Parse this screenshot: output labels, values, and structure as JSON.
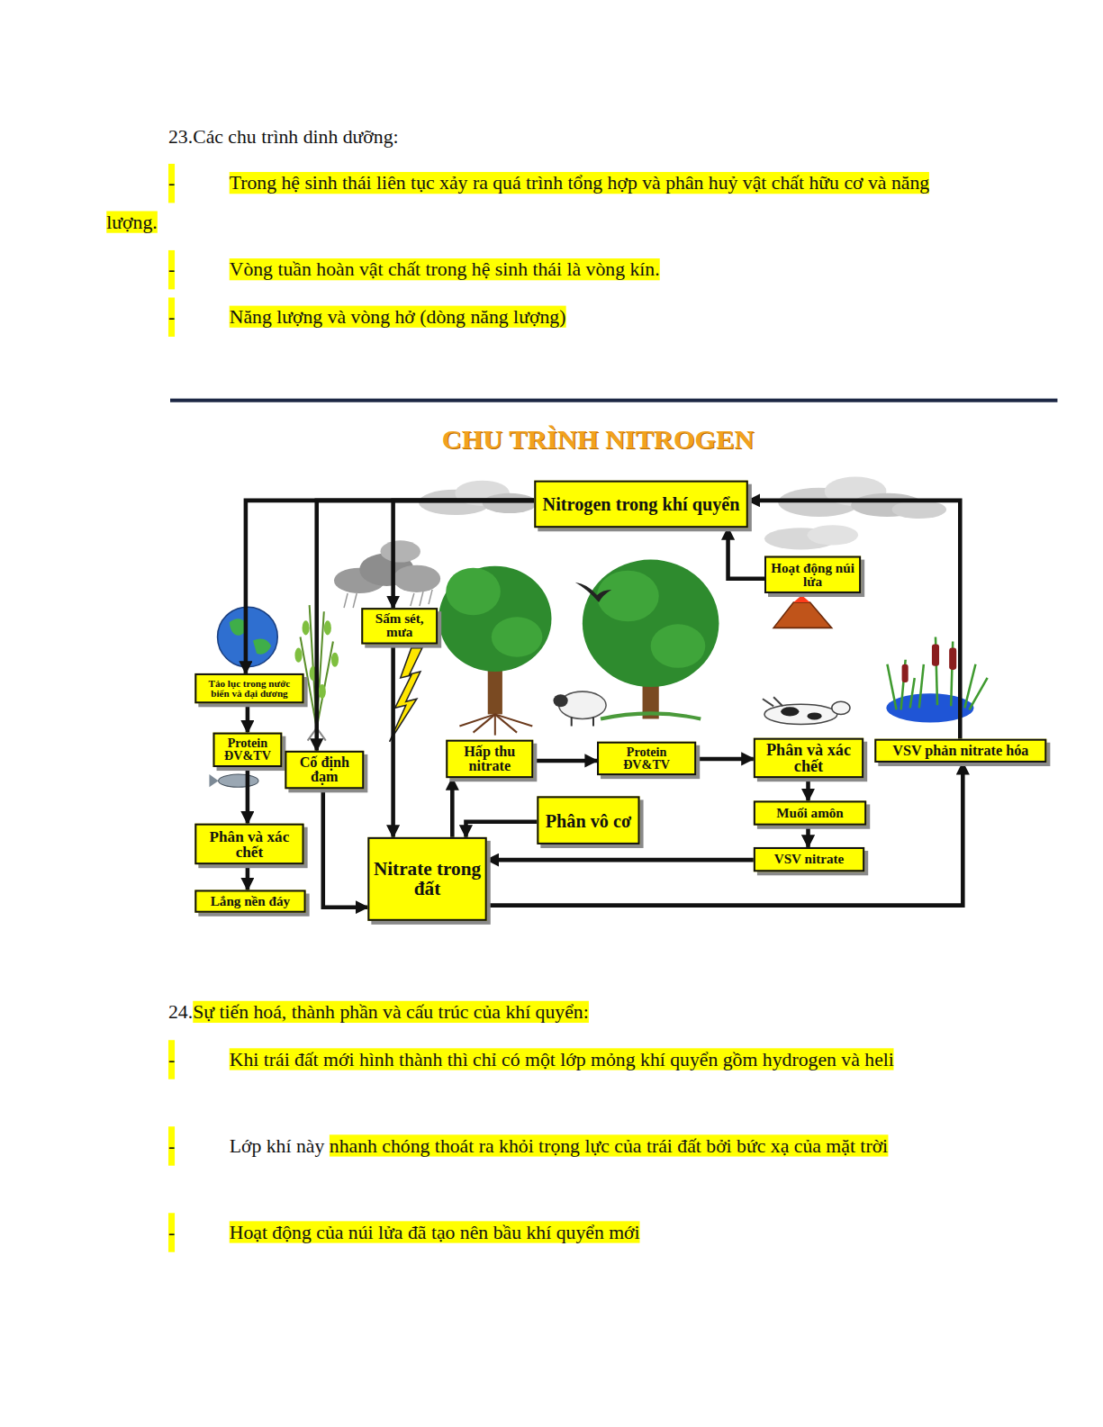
{
  "diagram": {
    "title": "CHU TRÌNH NITROGEN",
    "nodes": [
      {
        "text": [
          "Nitrogen trong khí quyển"
        ]
      },
      {
        "text": [
          "Hoạt động núi lửa"
        ]
      },
      {
        "text": [
          "Sấm sét, mưa"
        ]
      },
      {
        "text": [
          "Tảo lục trong nước biển và đại dương"
        ]
      },
      {
        "text": [
          "Protein ĐV&TV"
        ]
      },
      {
        "text": [
          "Cố định đạm"
        ]
      },
      {
        "text": [
          "Hấp thu nitrate"
        ]
      },
      {
        "text": [
          "Protein ĐV&TV"
        ]
      },
      {
        "text": [
          "Phân và xác chết"
        ]
      },
      {
        "text": [
          "VSV phản nitrate hóa"
        ]
      },
      {
        "text": [
          "Phân và xác chết"
        ]
      },
      {
        "text": [
          "Phân vô cơ"
        ]
      },
      {
        "text": [
          "Muối amôn"
        ]
      },
      {
        "text": [
          "Nitrate trong đất"
        ]
      },
      {
        "text": [
          "VSV nitrate"
        ]
      },
      {
        "text": [
          "Lắng nền đáy"
        ]
      }
    ],
    "edges": [
      {
        "from": 1,
        "to": 0,
        "arrow": "to"
      },
      {
        "from": 9,
        "to": 0,
        "arrow": "to"
      },
      {
        "from": 0,
        "to": 3,
        "arrow": "to"
      },
      {
        "from": 0,
        "to": 5,
        "arrow": "to"
      },
      {
        "from": 0,
        "to": 2,
        "arrow": "to"
      },
      {
        "from": 3,
        "to": 4,
        "arrow": "to"
      },
      {
        "from": 4,
        "to": 10,
        "arrow": "to"
      },
      {
        "from": 10,
        "to": 15,
        "arrow": "to"
      },
      {
        "from": 5,
        "to": 13,
        "arrow": "to"
      },
      {
        "from": 2,
        "to": 13,
        "arrow": "to"
      },
      {
        "from": 13,
        "to": 6,
        "arrow": "to"
      },
      {
        "from": 11,
        "to": 13,
        "arrow": "to"
      },
      {
        "from": 6,
        "to": 7,
        "arrow": "to"
      },
      {
        "from": 7,
        "to": 8,
        "arrow": "to"
      },
      {
        "from": 8,
        "to": 12,
        "arrow": "to"
      },
      {
        "from": 12,
        "to": 14,
        "arrow": "to"
      },
      {
        "from": 14,
        "to": 13,
        "arrow": "to"
      },
      {
        "from": 13,
        "to": 9,
        "arrow": "to"
      }
    ],
    "labels": [
      "23.Các chu trình dinh dưỡng:",
      "-",
      "Trong hệ sinh thái liên tục xảy ra quá trình tổng hợp và phân huỷ vật chất hữu cơ và năng lượng.",
      "-",
      "Vòng tuần hoàn vật chất trong hệ sinh thái là vòng kín.",
      "-",
      "Năng lượng và vòng hở (dòng năng lượng)",
      "24.",
      "Sự tiến hoá, thành phần và cấu trúc của khí quyển:",
      "-",
      "Khi trái đất mới hình thành thì chỉ có một lớp mỏng khí quyển gồm hydrogen và heli",
      "-",
      "Lớp khí này",
      "nhanh chóng thoát ra khỏi trọng lực của trái đất bởi bức xạ của mặt trời",
      "-",
      "Hoạt động của núi lửa đã tạo nên bầu khí quyển mới"
    ]
  }
}
